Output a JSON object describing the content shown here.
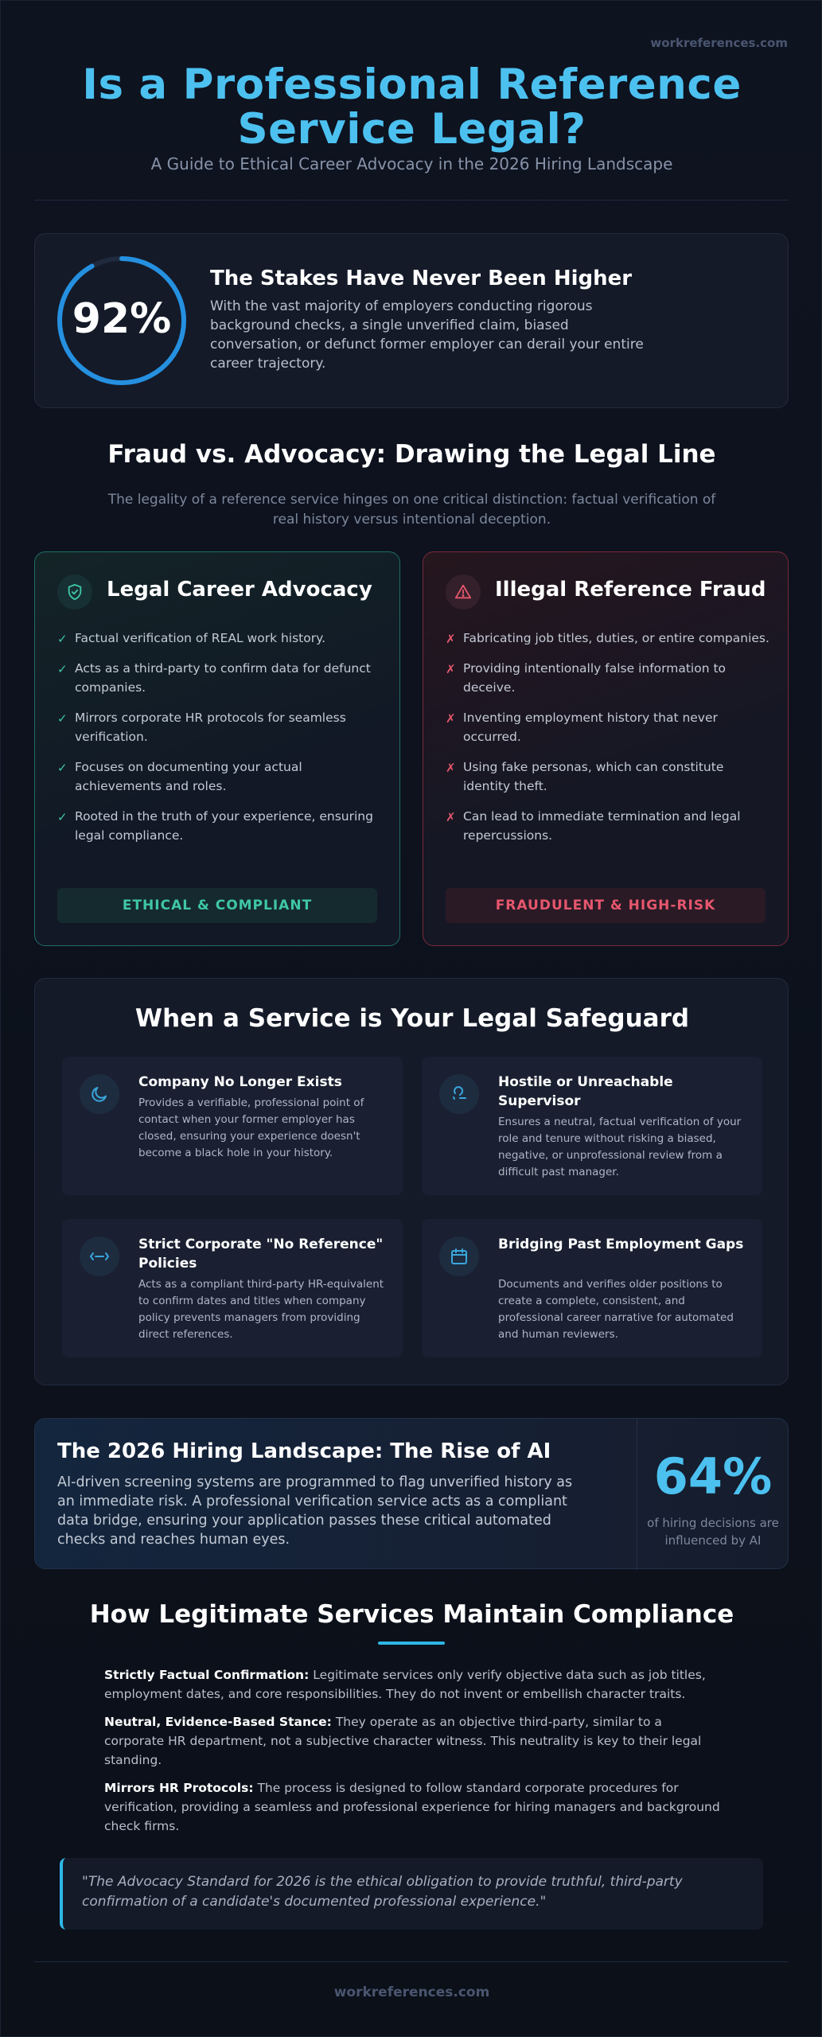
{
  "brand": "workreferences.com",
  "header": {
    "title_line1": "Is a Professional Reference",
    "title_line2": "Service Legal?",
    "subtitle": "A Guide to Ethical Career Advocacy in the 2026 Hiring Landscape"
  },
  "stakes": {
    "stat": "92%",
    "stat_fraction": 0.92,
    "title": "The Stakes Have Never Been Higher",
    "text": "With the vast majority of employers conducting rigorous background checks, a single unverified claim, biased conversation, or defunct former employer can derail your entire career trajectory."
  },
  "fraud_vs_advocacy": {
    "title": "Fraud vs. Advocacy: Drawing the Legal Line",
    "subtitle": "The legality of a reference service hinges on one critical distinction: factual verification of real history versus intentional deception.",
    "legal": {
      "title": "Legal Career Advocacy",
      "icon": "shield-check-icon",
      "items": [
        "Factual verification of REAL work history.",
        "Acts as a third-party to confirm data for defunct companies.",
        "Mirrors corporate HR protocols for seamless verification.",
        "Focuses on documenting your actual achievements and roles.",
        "Rooted in the truth of your experience, ensuring legal compliance."
      ],
      "mark": "✓",
      "badge": "ETHICAL & COMPLIANT",
      "color": "#3fc6a6"
    },
    "illegal": {
      "title": "Illegal Reference Fraud",
      "icon": "warning-triangle-icon",
      "items": [
        "Fabricating job titles, duties, or entire companies.",
        "Providing intentionally false information to deceive.",
        "Inventing employment history that never occurred.",
        "Using fake personas, which can constitute identity theft.",
        "Can lead to immediate termination and legal repercussions."
      ],
      "mark": "✗",
      "badge": "FRAUDULENT & HIGH-RISK",
      "color": "#e6576d"
    }
  },
  "safeguard": {
    "title": "When a Service is Your Legal Safeguard",
    "features": [
      {
        "icon": "moon-icon",
        "title": "Company No Longer Exists",
        "text": "Provides a verifiable, professional point of contact when your former employer has closed, ensuring your experience doesn't become a black hole in your history."
      },
      {
        "icon": "user-speech-icon",
        "title": "Hostile or Unreachable Supervisor",
        "text": "Ensures a neutral, factual verification of your role and tenure without risking a biased, negative, or unprofessional review from a difficult past manager."
      },
      {
        "icon": "arrows-horizontal-icon",
        "title": "Strict Corporate \"No Reference\" Policies",
        "text": "Acts as a compliant third-party HR-equivalent to confirm dates and titles when company policy prevents managers from providing direct references."
      },
      {
        "icon": "calendar-icon",
        "title": "Bridging Past Employment Gaps",
        "text": "Documents and verifies older positions to create a complete, consistent, and professional career narrative for automated and human reviewers."
      }
    ]
  },
  "ai": {
    "title": "The 2026 Hiring Landscape: The Rise of AI",
    "text": "AI-driven screening systems are programmed to flag unverified history as an immediate risk. A professional verification service acts as a compliant data bridge, ensuring your application passes these critical automated checks and reaches human eyes.",
    "stat": "64%",
    "stat_label": "of hiring decisions are influenced by AI"
  },
  "compliance": {
    "title": "How Legitimate Services Maintain Compliance",
    "items": [
      {
        "label": "Strictly Factual Confirmation:",
        "text": " Legitimate services only verify objective data such as job titles, employment dates, and core responsibilities. They do not invent or embellish character traits."
      },
      {
        "label": "Neutral, Evidence-Based Stance:",
        "text": " They operate as an objective third-party, similar to a corporate HR department, not a subjective character witness. This neutrality is key to their legal standing."
      },
      {
        "label": "Mirrors HR Protocols:",
        "text": " The process is designed to follow standard corporate procedures for verification, providing a seamless and professional experience for hiring managers and background check firms."
      }
    ],
    "quote": "\"The Advocacy Standard for 2026 is the ethical obligation to provide truthful, third-party confirmation of a candidate's documented professional experience.\""
  }
}
